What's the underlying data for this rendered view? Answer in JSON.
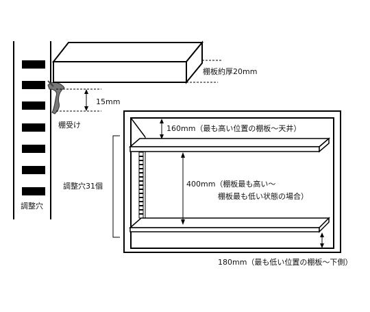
{
  "labels": {
    "shelf_thickness": "棚板約厚20mm",
    "gap_15": "15mm",
    "shelf_support": "棚受け",
    "adjust_hole": "調整穴",
    "adjust_holes_count": "調整穴31個",
    "top_gap": "160mm（最も高い位置の棚板～天井）",
    "range_line1": "400mm（棚板最も高い～",
    "range_line2": "棚板最も低い状態の場合）",
    "bottom_gap": "180mm（最も低い位置の棚板～下側）"
  },
  "colors": {
    "line": "#000000",
    "background": "#ffffff"
  }
}
